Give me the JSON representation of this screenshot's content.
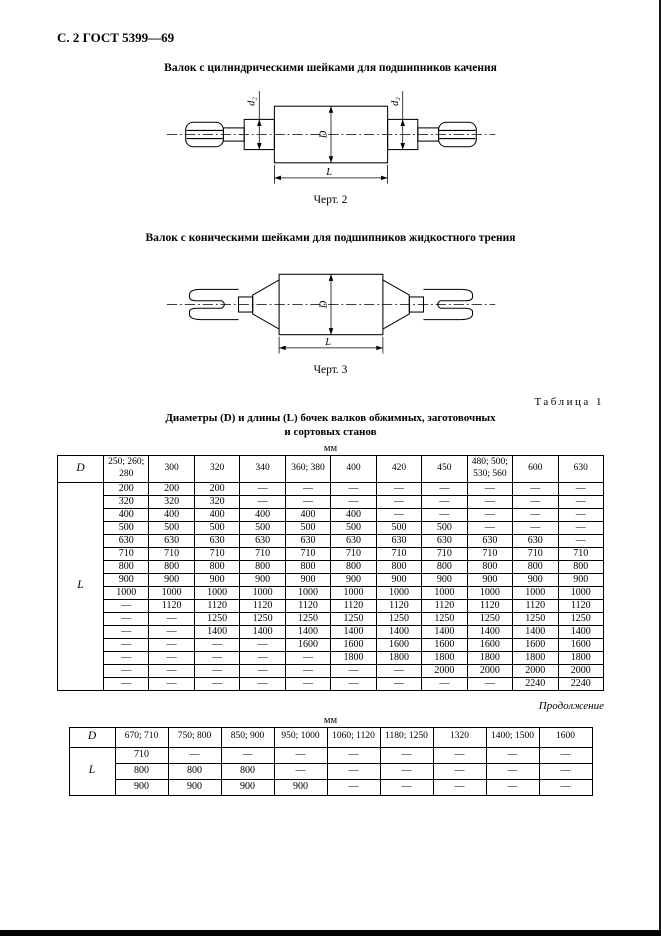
{
  "page": {
    "header": "С. 2 ГОСТ 5399—69"
  },
  "figure1": {
    "title": "Валок с цилиндрическими шейками для подшипников качения",
    "caption": "Черт. 2",
    "labels": {
      "d2": "d₂",
      "D": "D",
      "L": "L"
    }
  },
  "figure2": {
    "title": "Валок с коническими шейками для подшипников жидкостного трения",
    "caption": "Черт. 3",
    "labels": {
      "D": "D",
      "L": "L"
    }
  },
  "table_section": {
    "table_label": "Таблица 1",
    "title_line1": "Диаметры (D) и длины (L) бочек валков обжимных, заготовочных",
    "title_line2": "и сортовых станов",
    "units1": "мм",
    "continuation": "Продолжение",
    "units2": "мм"
  },
  "table1": {
    "corner": "D",
    "row_label": "L",
    "columns": [
      "250; 260; 280",
      "300",
      "320",
      "340",
      "360; 380",
      "400",
      "420",
      "450",
      "480; 500; 530; 560",
      "600",
      "630"
    ],
    "rows": [
      [
        "200",
        "200",
        "200",
        "—",
        "—",
        "—",
        "—",
        "—",
        "—",
        "—",
        "—"
      ],
      [
        "320",
        "320",
        "320",
        "—",
        "—",
        "—",
        "—",
        "—",
        "—",
        "—",
        "—"
      ],
      [
        "400",
        "400",
        "400",
        "400",
        "400",
        "400",
        "—",
        "—",
        "—",
        "—",
        "—"
      ],
      [
        "500",
        "500",
        "500",
        "500",
        "500",
        "500",
        "500",
        "500",
        "—",
        "—",
        "—"
      ],
      [
        "630",
        "630",
        "630",
        "630",
        "630",
        "630",
        "630",
        "630",
        "630",
        "630",
        "—"
      ],
      [
        "710",
        "710",
        "710",
        "710",
        "710",
        "710",
        "710",
        "710",
        "710",
        "710",
        "710"
      ],
      [
        "800",
        "800",
        "800",
        "800",
        "800",
        "800",
        "800",
        "800",
        "800",
        "800",
        "800"
      ],
      [
        "900",
        "900",
        "900",
        "900",
        "900",
        "900",
        "900",
        "900",
        "900",
        "900",
        "900"
      ],
      [
        "1000",
        "1000",
        "1000",
        "1000",
        "1000",
        "1000",
        "1000",
        "1000",
        "1000",
        "1000",
        "1000"
      ],
      [
        "—",
        "1120",
        "1120",
        "1120",
        "1120",
        "1120",
        "1120",
        "1120",
        "1120",
        "1120",
        "1120"
      ],
      [
        "—",
        "—",
        "1250",
        "1250",
        "1250",
        "1250",
        "1250",
        "1250",
        "1250",
        "1250",
        "1250"
      ],
      [
        "—",
        "—",
        "1400",
        "1400",
        "1400",
        "1400",
        "1400",
        "1400",
        "1400",
        "1400",
        "1400"
      ],
      [
        "—",
        "—",
        "—",
        "—",
        "1600",
        "1600",
        "1600",
        "1600",
        "1600",
        "1600",
        "1600"
      ],
      [
        "—",
        "—",
        "—",
        "—",
        "—",
        "1800",
        "1800",
        "1800",
        "1800",
        "1800",
        "1800"
      ],
      [
        "—",
        "—",
        "—",
        "—",
        "—",
        "—",
        "—",
        "2000",
        "2000",
        "2000",
        "2000"
      ],
      [
        "—",
        "—",
        "—",
        "—",
        "—",
        "—",
        "—",
        "—",
        "—",
        "2240",
        "2240"
      ]
    ]
  },
  "table2": {
    "corner": "D",
    "row_label": "L",
    "columns": [
      "670; 710",
      "750; 800",
      "850; 900",
      "950; 1000",
      "1060; 1120",
      "1180; 1250",
      "1320",
      "1400; 1500",
      "1600"
    ],
    "rows": [
      [
        "710",
        "—",
        "—",
        "—",
        "—",
        "—",
        "—",
        "—",
        "—"
      ],
      [
        "800",
        "800",
        "800",
        "—",
        "—",
        "—",
        "—",
        "—",
        "—"
      ],
      [
        "900",
        "900",
        "900",
        "900",
        "—",
        "—",
        "—",
        "—",
        "—"
      ]
    ]
  }
}
